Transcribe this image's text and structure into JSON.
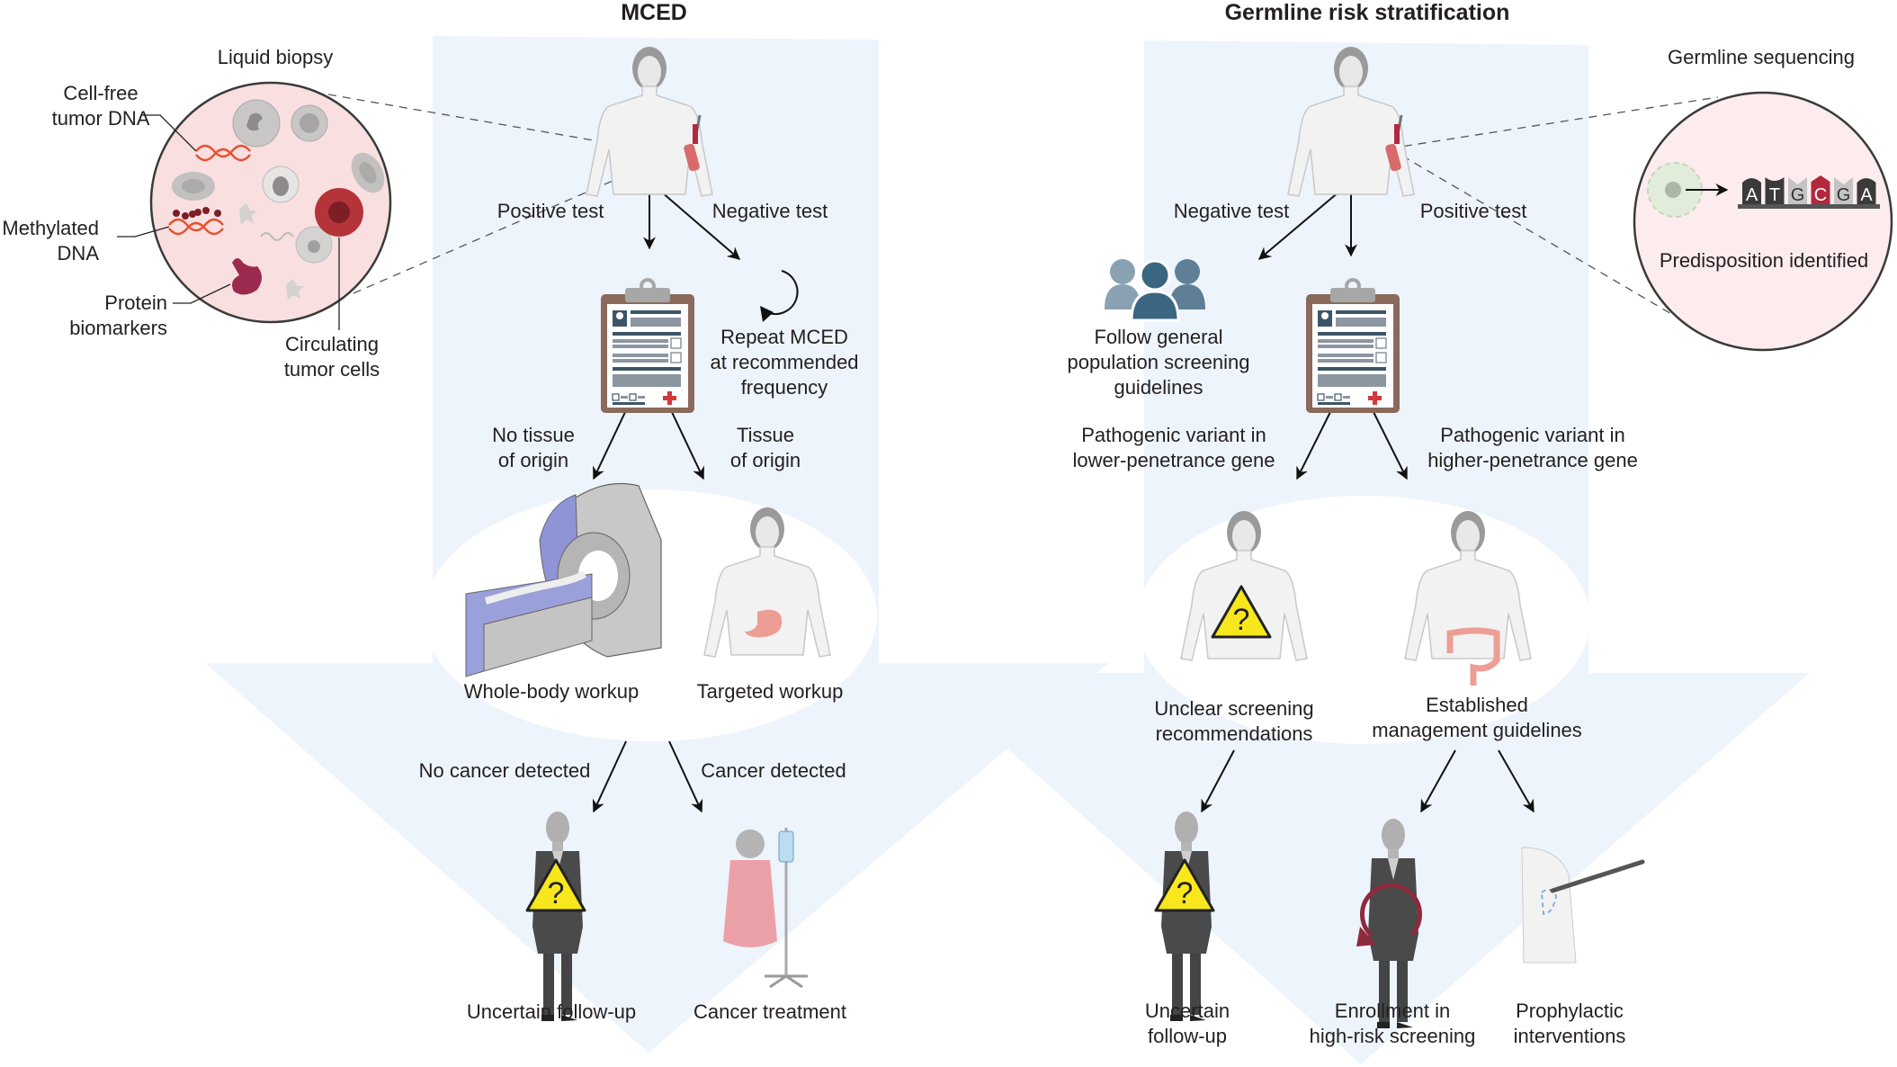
{
  "colors": {
    "arrow_fill": "#eef4fc",
    "biopsy_circle_fill": "#f9dfe0",
    "germline_circle_fill": "#fdeced",
    "warning_yellow": "#f8e71c",
    "clipboard_brown": "#8a6a5c",
    "people_blue": "#3b6682",
    "accent_red": "#b3283c"
  },
  "panels": {
    "mced": {
      "title": "MCED",
      "inset": {
        "title": "Liquid biopsy",
        "labels": {
          "cfdna": "Cell-free\ntumor DNA",
          "methylated": "Methylated\nDNA",
          "protein": "Protein\nbiomarkers",
          "ctc": "Circulating\ntumor cells"
        }
      },
      "branches": {
        "positive": "Positive test",
        "negative": "Negative test",
        "repeat": "Repeat MCED\nat recommended\nfrequency",
        "no_tissue": "No tissue\nof origin",
        "tissue": "Tissue\nof origin",
        "whole_body": "Whole-body workup",
        "targeted": "Targeted workup",
        "no_cancer": "No cancer detected",
        "cancer": "Cancer detected",
        "uncertain": "Uncertain follow-up",
        "treatment": "Cancer treatment"
      }
    },
    "germline": {
      "title": "Germline risk stratification",
      "inset": {
        "title": "Germline sequencing",
        "sequence": [
          "A",
          "T",
          "G",
          "C",
          "G",
          "A"
        ],
        "variant_index": 3,
        "caption": "Predisposition identified"
      },
      "branches": {
        "negative": "Negative test",
        "positive": "Positive test",
        "general": "Follow general\npopulation screening\nguidelines",
        "lower": "Pathogenic variant in\nlower-penetrance gene",
        "higher": "Pathogenic variant in\nhigher-penetrance gene",
        "unclear": "Unclear screening\nrecommendations",
        "established": "Established\nmanagement guidelines",
        "uncertain": "Uncertain\nfollow-up",
        "enrollment": "Enrollment in\nhigh-risk screening",
        "prophylactic": "Prophylactic\ninterventions"
      }
    }
  }
}
